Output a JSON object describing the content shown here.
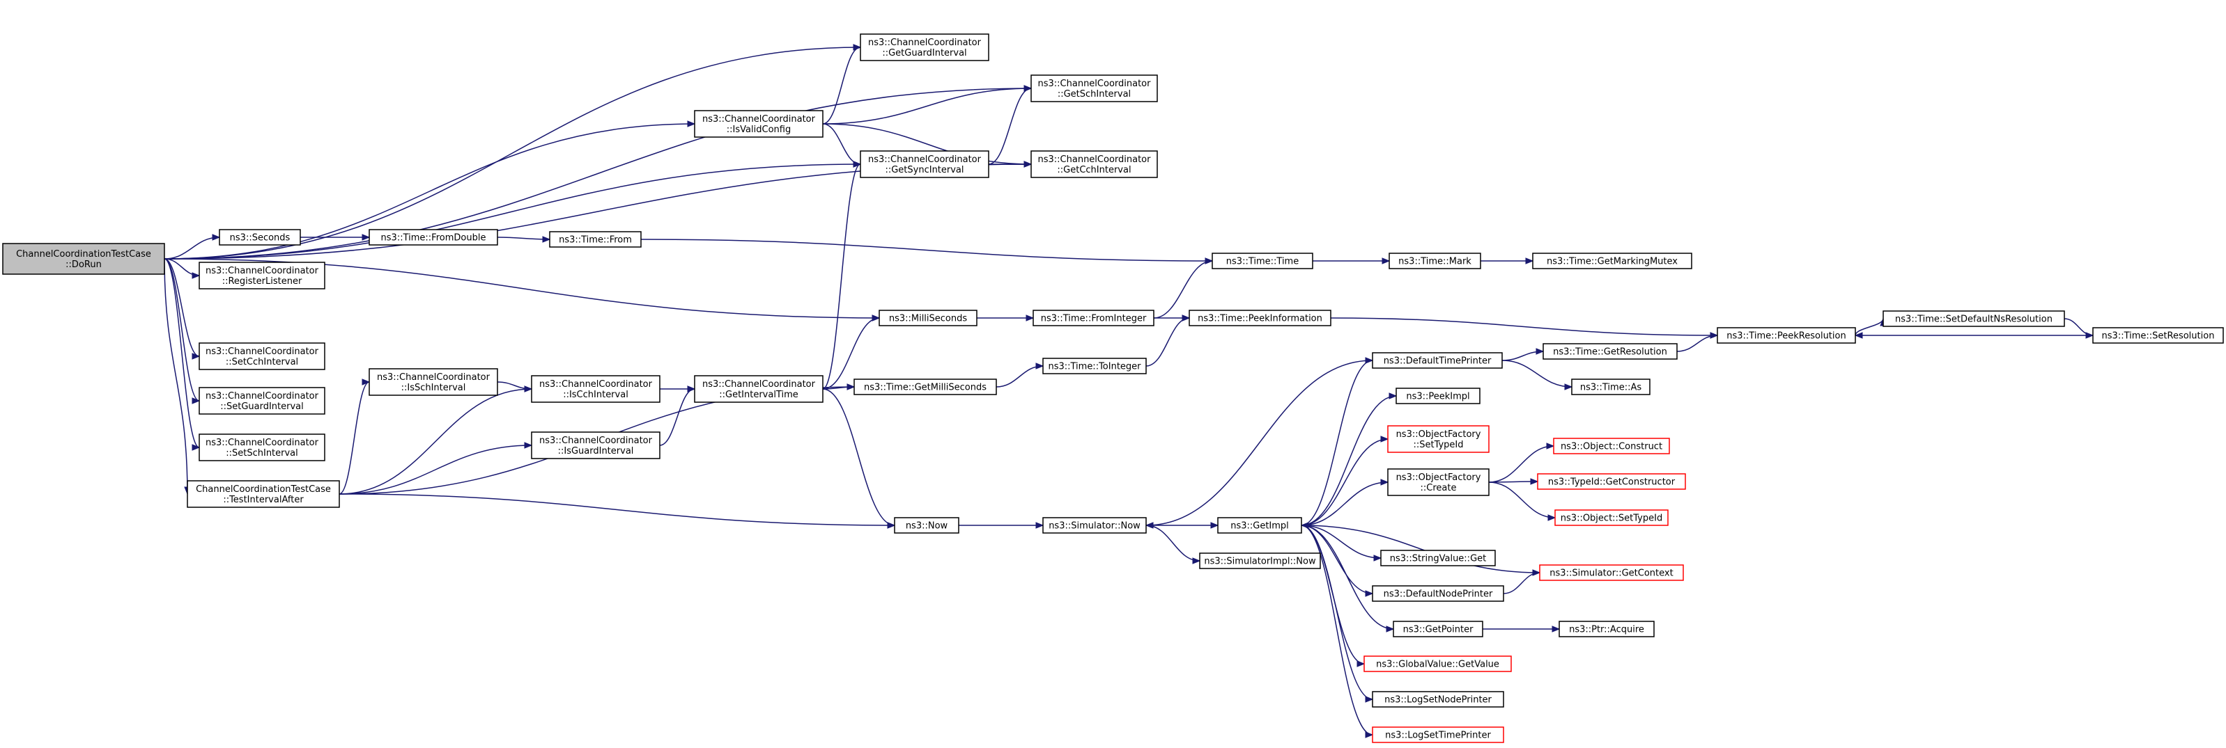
{
  "diagram": {
    "type": "call-graph",
    "nodes": [
      {
        "id": "dorun",
        "lines": [
          "ChannelCoordinationTestCase",
          "::DoRun"
        ],
        "style": "root"
      },
      {
        "id": "getguard",
        "lines": [
          "ns3::ChannelCoordinator",
          "::GetGuardInterval"
        ]
      },
      {
        "id": "getsch",
        "lines": [
          "ns3::ChannelCoordinator",
          "::GetSchInterval"
        ]
      },
      {
        "id": "isvalid",
        "lines": [
          "ns3::ChannelCoordinator",
          "::IsValidConfig"
        ]
      },
      {
        "id": "getsync",
        "lines": [
          "ns3::ChannelCoordinator",
          "::GetSyncInterval"
        ]
      },
      {
        "id": "getcch",
        "lines": [
          "ns3::ChannelCoordinator",
          "::GetCchInterval"
        ]
      },
      {
        "id": "seconds",
        "lines": [
          "ns3::Seconds"
        ]
      },
      {
        "id": "fromdouble",
        "lines": [
          "ns3::Time::FromDouble"
        ]
      },
      {
        "id": "from",
        "lines": [
          "ns3::Time::From"
        ]
      },
      {
        "id": "timetime",
        "lines": [
          "ns3::Time::Time"
        ]
      },
      {
        "id": "mark",
        "lines": [
          "ns3::Time::Mark"
        ]
      },
      {
        "id": "getmarking",
        "lines": [
          "ns3::Time::GetMarkingMutex"
        ]
      },
      {
        "id": "reglistener",
        "lines": [
          "ns3::ChannelCoordinator",
          "::RegisterListener"
        ]
      },
      {
        "id": "milliseconds",
        "lines": [
          "ns3::MilliSeconds"
        ]
      },
      {
        "id": "frominteger",
        "lines": [
          "ns3::Time::FromInteger"
        ]
      },
      {
        "id": "peekinfo",
        "lines": [
          "ns3::Time::PeekInformation"
        ]
      },
      {
        "id": "peekres",
        "lines": [
          "ns3::Time::PeekResolution"
        ]
      },
      {
        "id": "setdefaultns",
        "lines": [
          "ns3::Time::SetDefaultNsResolution"
        ]
      },
      {
        "id": "setres",
        "lines": [
          "ns3::Time::SetResolution"
        ]
      },
      {
        "id": "setcch",
        "lines": [
          "ns3::ChannelCoordinator",
          "::SetCchInterval"
        ]
      },
      {
        "id": "issch",
        "lines": [
          "ns3::ChannelCoordinator",
          "::IsSchInterval"
        ]
      },
      {
        "id": "iscch",
        "lines": [
          "ns3::ChannelCoordinator",
          "::IsCchInterval"
        ]
      },
      {
        "id": "getinterval",
        "lines": [
          "ns3::ChannelCoordinator",
          "::GetIntervalTime"
        ]
      },
      {
        "id": "getmilli",
        "lines": [
          "ns3::Time::GetMilliSeconds"
        ]
      },
      {
        "id": "tointeger",
        "lines": [
          "ns3::Time::ToInteger"
        ]
      },
      {
        "id": "defaulttimeprinter",
        "lines": [
          "ns3::DefaultTimePrinter"
        ]
      },
      {
        "id": "getresolution",
        "lines": [
          "ns3::Time::GetResolution"
        ]
      },
      {
        "id": "timeas",
        "lines": [
          "ns3::Time::As"
        ]
      },
      {
        "id": "setguard",
        "lines": [
          "ns3::ChannelCoordinator",
          "::SetGuardInterval"
        ]
      },
      {
        "id": "peekimpl",
        "lines": [
          "ns3::PeekImpl"
        ]
      },
      {
        "id": "isguard",
        "lines": [
          "ns3::ChannelCoordinator",
          "::IsGuardInterval"
        ]
      },
      {
        "id": "ofsettypeid",
        "lines": [
          "ns3::ObjectFactory",
          "::SetTypeId"
        ],
        "style": "ext"
      },
      {
        "id": "setschint",
        "lines": [
          "ns3::ChannelCoordinator",
          "::SetSchInterval"
        ]
      },
      {
        "id": "objconstruct",
        "lines": [
          "ns3::Object::Construct"
        ],
        "style": "ext"
      },
      {
        "id": "ofcreate",
        "lines": [
          "ns3::ObjectFactory",
          "::Create"
        ]
      },
      {
        "id": "getconstructor",
        "lines": [
          "ns3::TypeId::GetConstructor"
        ],
        "style": "ext"
      },
      {
        "id": "testafter",
        "lines": [
          "ChannelCoordinationTestCase",
          "::TestIntervalAfter"
        ]
      },
      {
        "id": "objsettypeid",
        "lines": [
          "ns3::Object::SetTypeId"
        ],
        "style": "ext"
      },
      {
        "id": "now",
        "lines": [
          "ns3::Now"
        ]
      },
      {
        "id": "simnow",
        "lines": [
          "ns3::Simulator::Now"
        ]
      },
      {
        "id": "getimpl",
        "lines": [
          "ns3::GetImpl"
        ]
      },
      {
        "id": "simimplnow",
        "lines": [
          "ns3::SimulatorImpl::Now"
        ]
      },
      {
        "id": "strvalget",
        "lines": [
          "ns3::StringValue::Get"
        ]
      },
      {
        "id": "getcontext",
        "lines": [
          "ns3::Simulator::GetContext"
        ],
        "style": "ext"
      },
      {
        "id": "defnodeprinter",
        "lines": [
          "ns3::DefaultNodePrinter"
        ]
      },
      {
        "id": "getpointer",
        "lines": [
          "ns3::GetPointer"
        ]
      },
      {
        "id": "ptracquire",
        "lines": [
          "ns3::Ptr::Acquire"
        ]
      },
      {
        "id": "globalget",
        "lines": [
          "ns3::GlobalValue::GetValue"
        ],
        "style": "ext"
      },
      {
        "id": "lognodeprinter",
        "lines": [
          "ns3::LogSetNodePrinter"
        ]
      },
      {
        "id": "logtimeprinter",
        "lines": [
          "ns3::LogSetTimePrinter"
        ],
        "style": "ext"
      }
    ],
    "edges": [
      [
        "dorun",
        "getsch"
      ],
      [
        "dorun",
        "getguard"
      ],
      [
        "dorun",
        "isvalid"
      ],
      [
        "dorun",
        "getsync"
      ],
      [
        "dorun",
        "getcch"
      ],
      [
        "dorun",
        "seconds"
      ],
      [
        "dorun",
        "reglistener"
      ],
      [
        "dorun",
        "milliseconds"
      ],
      [
        "dorun",
        "setcch"
      ],
      [
        "dorun",
        "setguard"
      ],
      [
        "dorun",
        "setschint"
      ],
      [
        "dorun",
        "testafter"
      ],
      [
        "isvalid",
        "getguard"
      ],
      [
        "isvalid",
        "getsch"
      ],
      [
        "isvalid",
        "getsync"
      ],
      [
        "isvalid",
        "getcch"
      ],
      [
        "getsync",
        "getsch"
      ],
      [
        "getsync",
        "getcch"
      ],
      [
        "seconds",
        "fromdouble"
      ],
      [
        "fromdouble",
        "from"
      ],
      [
        "from",
        "timetime"
      ],
      [
        "timetime",
        "mark"
      ],
      [
        "mark",
        "getmarking"
      ],
      [
        "milliseconds",
        "frominteger"
      ],
      [
        "frominteger",
        "timetime"
      ],
      [
        "frominteger",
        "peekinfo"
      ],
      [
        "peekinfo",
        "peekres"
      ],
      [
        "peekres",
        "setdefaultns"
      ],
      [
        "setdefaultns",
        "setres"
      ],
      [
        "setres",
        "peekres"
      ],
      [
        "testafter",
        "issch"
      ],
      [
        "testafter",
        "iscch"
      ],
      [
        "testafter",
        "isguard"
      ],
      [
        "testafter",
        "getmilli"
      ],
      [
        "testafter",
        "now"
      ],
      [
        "issch",
        "iscch"
      ],
      [
        "iscch",
        "getinterval"
      ],
      [
        "isguard",
        "getinterval"
      ],
      [
        "getinterval",
        "getsync"
      ],
      [
        "getinterval",
        "milliseconds"
      ],
      [
        "getinterval",
        "getmilli"
      ],
      [
        "getinterval",
        "now"
      ],
      [
        "getmilli",
        "tointeger"
      ],
      [
        "tointeger",
        "peekinfo"
      ],
      [
        "now",
        "simnow"
      ],
      [
        "simnow",
        "getimpl"
      ],
      [
        "simnow",
        "simimplnow"
      ],
      [
        "getimpl",
        "defaulttimeprinter"
      ],
      [
        "getimpl",
        "peekimpl"
      ],
      [
        "getimpl",
        "ofsettypeid"
      ],
      [
        "getimpl",
        "ofcreate"
      ],
      [
        "getimpl",
        "strvalget"
      ],
      [
        "getimpl",
        "defnodeprinter"
      ],
      [
        "getimpl",
        "getpointer"
      ],
      [
        "getimpl",
        "globalget"
      ],
      [
        "getimpl",
        "lognodeprinter"
      ],
      [
        "getimpl",
        "logtimeprinter"
      ],
      [
        "defaulttimeprinter",
        "simnow"
      ],
      [
        "defaulttimeprinter",
        "getresolution"
      ],
      [
        "defaulttimeprinter",
        "timeas"
      ],
      [
        "getresolution",
        "peekres"
      ],
      [
        "ofcreate",
        "objconstruct"
      ],
      [
        "ofcreate",
        "getconstructor"
      ],
      [
        "ofcreate",
        "objsettypeid"
      ],
      [
        "defnodeprinter",
        "getcontext"
      ],
      [
        "getcontext",
        "getimpl"
      ],
      [
        "getpointer",
        "ptracquire"
      ]
    ]
  }
}
